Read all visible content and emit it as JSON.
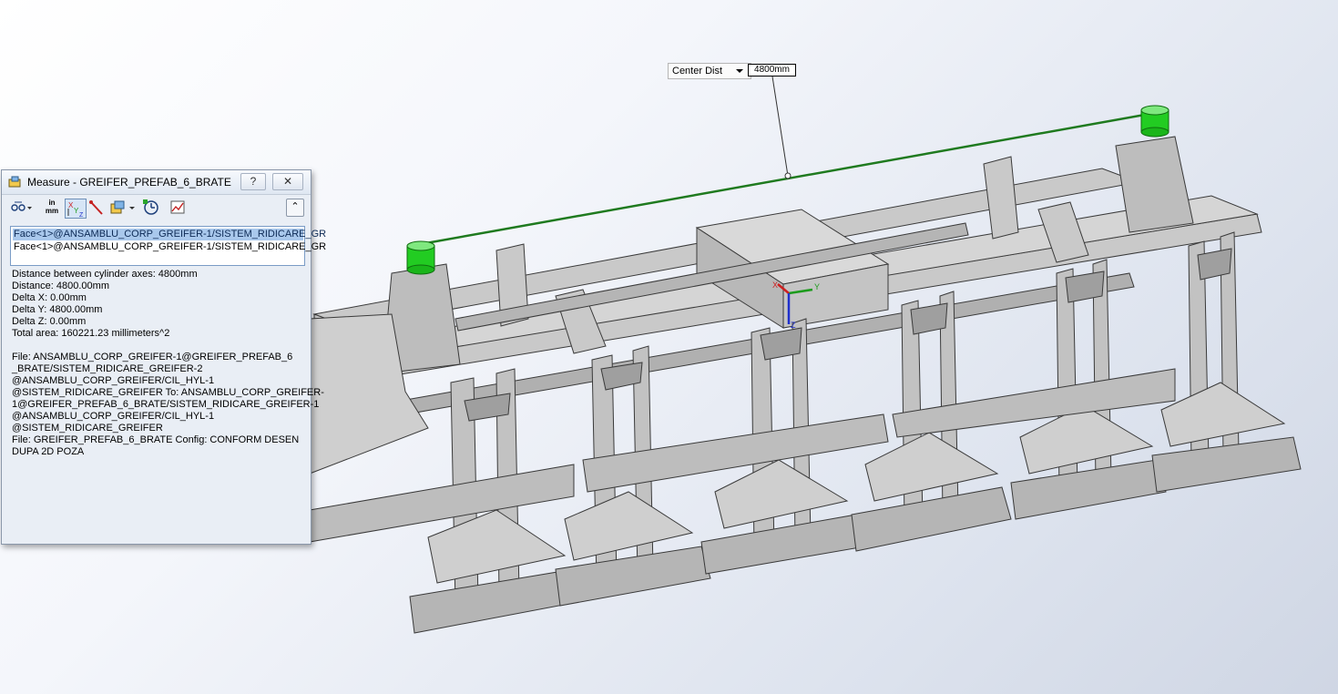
{
  "dialog": {
    "title": "Measure - GREIFER_PREFAB_6_BRATE",
    "help_label": "?",
    "close_label": "✕",
    "collapse_label": "⌃",
    "toolbar": {
      "units_label_top": "in",
      "units_label_bottom": "mm"
    },
    "selections": [
      "Face<1>@ANSAMBLU_CORP_GREIFER-1/SISTEM_RIDICARE_GR",
      "Face<1>@ANSAMBLU_CORP_GREIFER-1/SISTEM_RIDICARE_GR"
    ],
    "results": {
      "axes_distance": "Distance between cylinder axes:  4800mm",
      "distance": "Distance: 4800.00mm",
      "delta_x": "Delta X: 0.00mm",
      "delta_y": "Delta Y: 4800.00mm",
      "delta_z": "Delta Z: 0.00mm",
      "total_area": "Total area: 160221.23 millimeters^2",
      "file_lines": [
        "File: ANSAMBLU_CORP_GREIFER-1@GREIFER_PREFAB_6",
        "_BRATE/SISTEM_RIDICARE_GREIFER-2",
        "@ANSAMBLU_CORP_GREIFER/CIL_HYL-1",
        "@SISTEM_RIDICARE_GREIFER To: ANSAMBLU_CORP_GREIFER-",
        "1@GREIFER_PREFAB_6_BRATE/SISTEM_RIDICARE_GREIFER-1",
        "@ANSAMBLU_CORP_GREIFER/CIL_HYL-1",
        "@SISTEM_RIDICARE_GREIFER",
        "File: GREIFER_PREFAB_6_BRATE Config: CONFORM DESEN",
        "DUPA 2D POZA"
      ]
    }
  },
  "dimension": {
    "type_label": "Center Dist",
    "value_label": "4800mm"
  },
  "triad": {
    "x_label": "X",
    "y_label": "Y",
    "z_label": "Z"
  },
  "colors": {
    "measure_line": "#1f7a1f",
    "highlight": "#22cc22",
    "model_face": "#c9c9c9",
    "model_edge": "#3a3a3a"
  }
}
